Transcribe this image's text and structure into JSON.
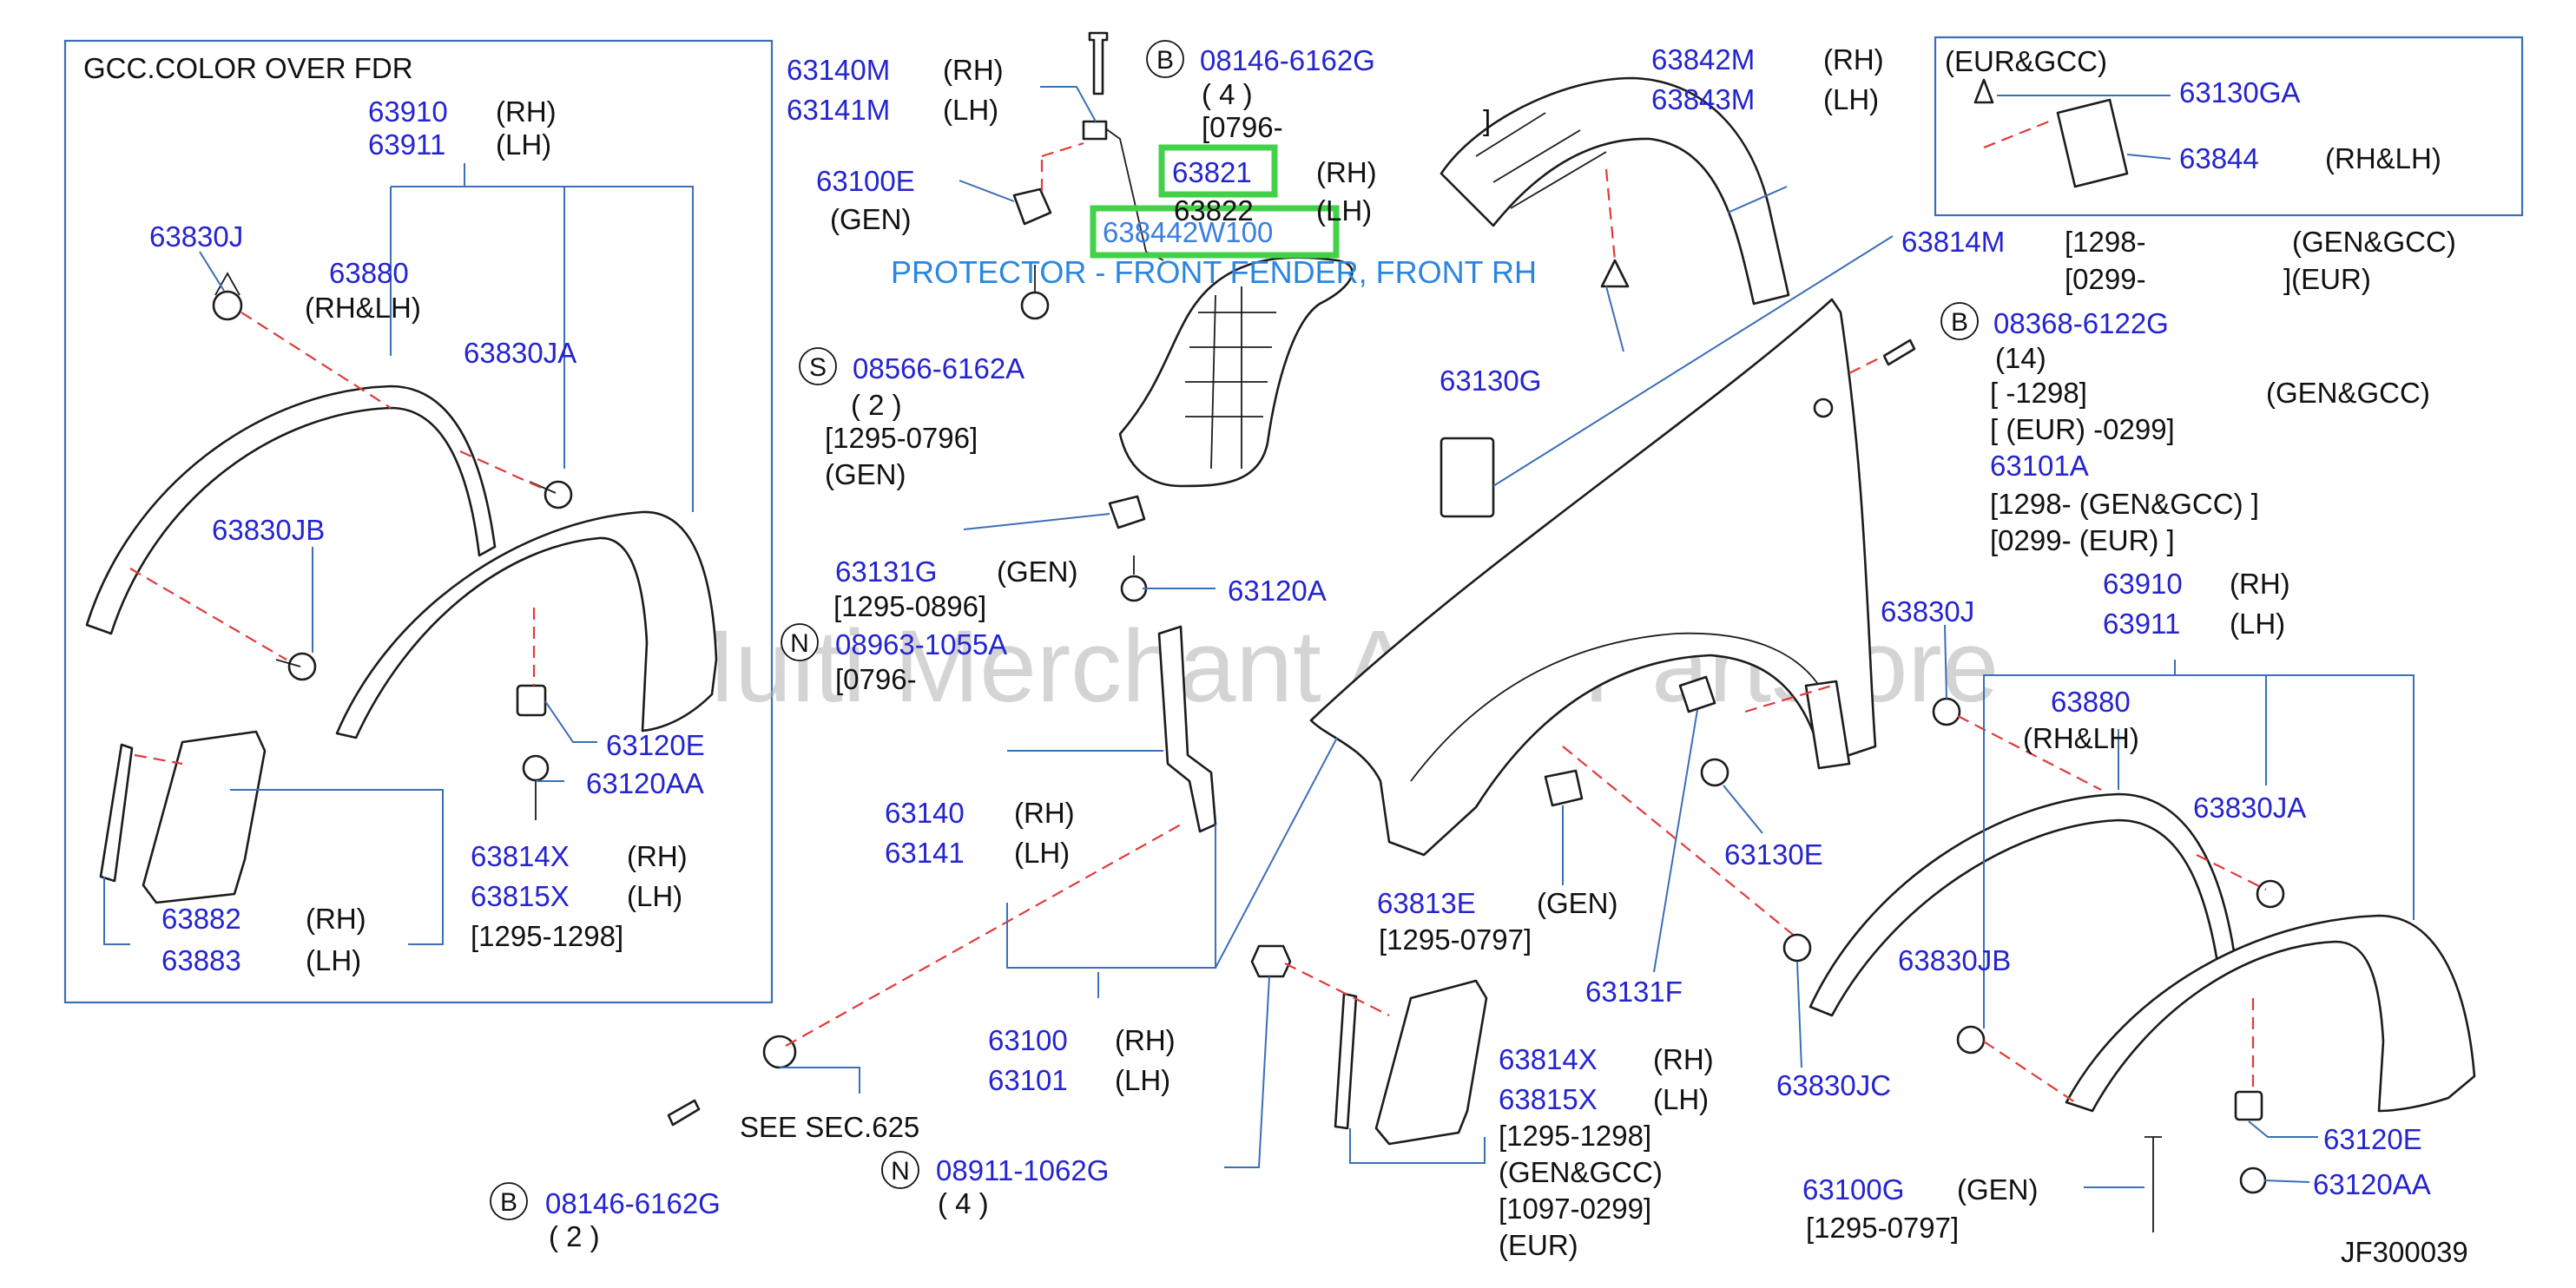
{
  "captions": {
    "left_panel": "GCC.COLOR   OVER   FDR",
    "right_panel": "(EUR&GCC)",
    "highlight_part": "638442W100",
    "highlight_desc": "PROTECTOR - FRONT FENDER, FRONT RH",
    "watermark": "Multi Merchant Auto Partstore",
    "diagram_code": "JF300039",
    "see_sec": "SEE   SEC.625"
  },
  "bolt_letters": {
    "b": "B",
    "s": "S",
    "n": "N"
  },
  "parts": {
    "p63910": "63910",
    "p63911": "63911",
    "p63880": "63880",
    "p63830J": "63830J",
    "p63830JA": "63830JA",
    "p63830JB": "63830JB",
    "p63830JC": "63830JC",
    "p63120E": "63120E",
    "p63120AA": "63120AA",
    "p63120A": "63120A",
    "p63814X": "63814X",
    "p63815X": "63815X",
    "p63882": "63882",
    "p63883": "63883",
    "p63140M": "63140M",
    "p63141M": "63141M",
    "p63100E": "63100E",
    "p63100G": "63100G",
    "p08146_6162G": "08146-6162G",
    "p63821": "63821",
    "p63822": "63822",
    "p08566_6162A": "08566-6162A",
    "p63131G": "63131G",
    "p63131F": "63131F",
    "p08963_1055A": "08963-1055A",
    "p63140": "63140",
    "p63141": "63141",
    "p63100": "63100",
    "p63101": "63101",
    "p63101A": "63101A",
    "p08911_1062G": "08911-1062G",
    "p63842M": "63842M",
    "p63843M": "63843M",
    "p63130G": "63130G",
    "p63130GA": "63130GA",
    "p63130E": "63130E",
    "p63844": "63844",
    "p63814M": "63814M",
    "p08368_6122G": "08368-6122G",
    "p63813E": "63813E"
  },
  "notes": {
    "rh": "(RH)",
    "lh": "(LH)",
    "rhlh": "(RH&LH)",
    "gen": "(GEN)",
    "qty4": "( 4 )",
    "qty2": "( 2 )",
    "qty14": "(14)",
    "qty4b": "( 4 )",
    "d0796": "[0796-",
    "d1295_0796": "[1295-0796]",
    "d1295_0896": "[1295-0896]",
    "d0796b": "[0796-",
    "d1295_1298": "[1295-1298]",
    "d1295_0797": "[1295-0797]",
    "d1295_1298b": "[1295-1298]",
    "genGcc": "(GEN&GCC)",
    "d1097_0299": "[1097-0299]",
    "eur": "(EUR)",
    "d1295_0797b": "[1295-0797]",
    "bracket": "]",
    "m1298": "[1298-",
    "mGenGcc": "(GEN&GCC)",
    "m0299": "[0299-",
    "mEur": "](EUR)",
    "r1": "[          -1298]",
    "r1b": "(GEN&GCC)",
    "r2": "[   (EUR)  -0299]",
    "r3": "[1298-   (GEN&GCC)   ]",
    "r4": "[0299-   (EUR)   ]"
  }
}
